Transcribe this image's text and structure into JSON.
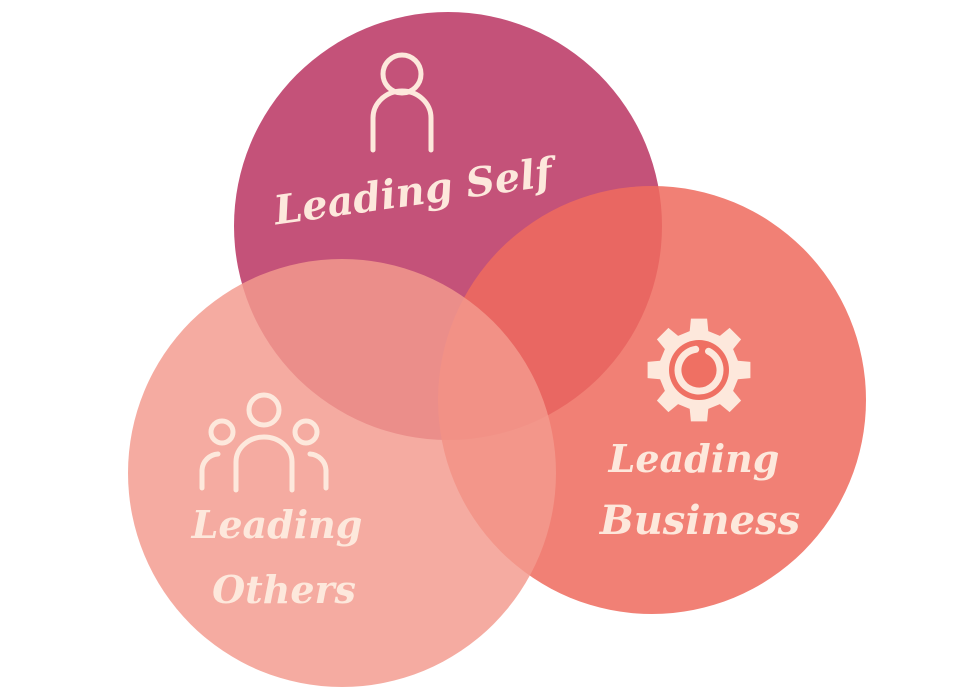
{
  "diagram": {
    "circles": [
      {
        "id": "self",
        "label": "Leading Self",
        "icon": "person-icon",
        "color": "#c14972"
      },
      {
        "id": "others",
        "label_lines": [
          "Leading",
          "Others"
        ],
        "icon": "group-icon",
        "color": "#f39a8e"
      },
      {
        "id": "business",
        "label_lines": [
          "Leading",
          "Business"
        ],
        "icon": "gear-icon",
        "color": "#ef6b5e"
      }
    ],
    "label_color": "#fde8dc",
    "icon_color": "#fde8dc",
    "background": "#ffffff"
  }
}
